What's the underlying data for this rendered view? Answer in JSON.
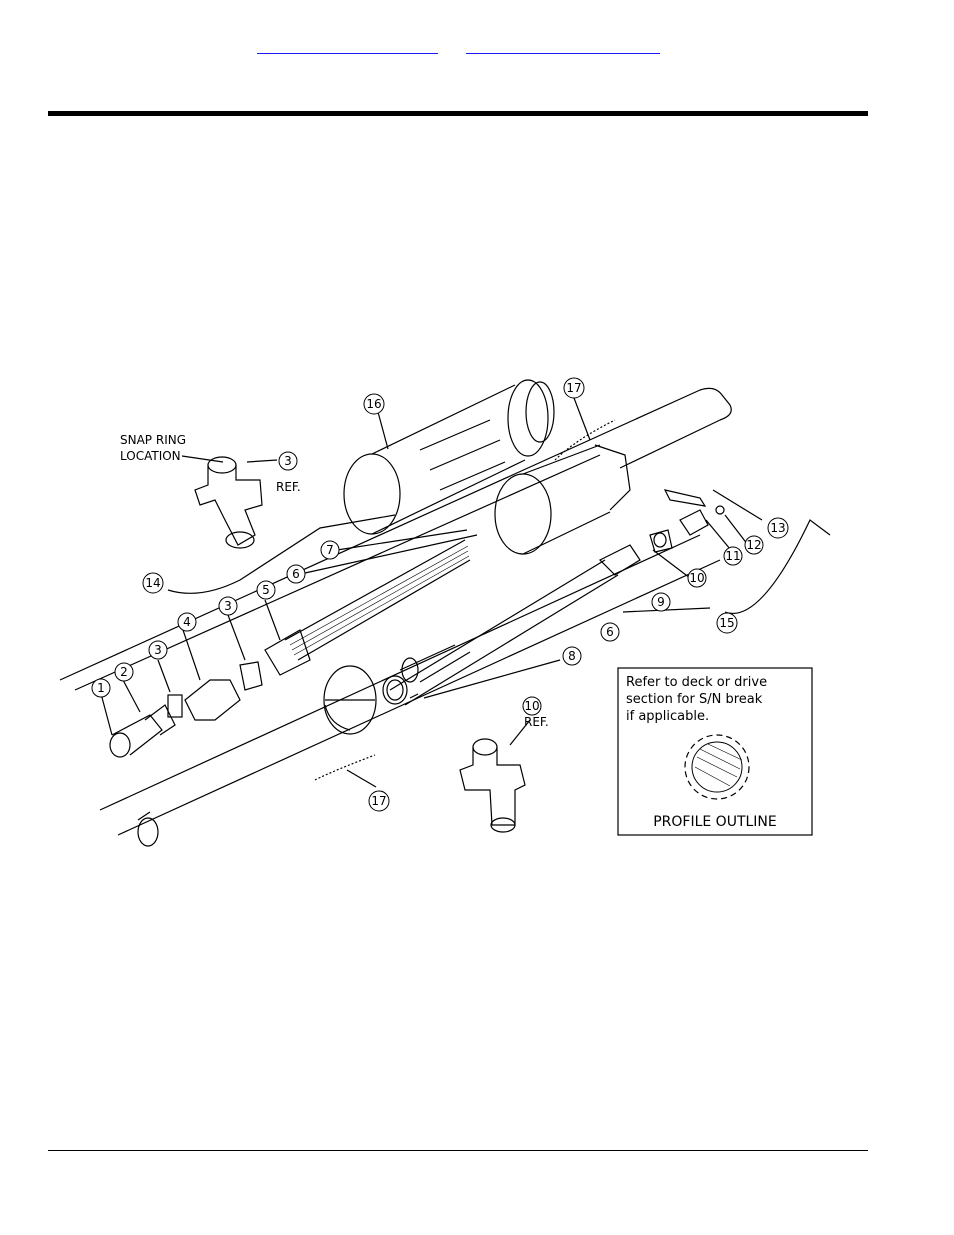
{
  "nav": {
    "link_a": "",
    "link_b": ""
  },
  "diagram": {
    "snap_ring_label_line1": "SNAP RING",
    "snap_ring_label_line2": "LOCATION",
    "ref_label": "REF.",
    "callouts": [
      "1",
      "2",
      "3",
      "3",
      "3",
      "4",
      "5",
      "6",
      "6",
      "7",
      "8",
      "9",
      "10",
      "10",
      "11",
      "12",
      "13",
      "14",
      "15",
      "16",
      "17",
      "17"
    ],
    "note_line1": "Refer to deck or drive",
    "note_line2": "section for S/N break",
    "note_line3": "if applicable.",
    "profile_label": "PROFILE OUTLINE"
  }
}
